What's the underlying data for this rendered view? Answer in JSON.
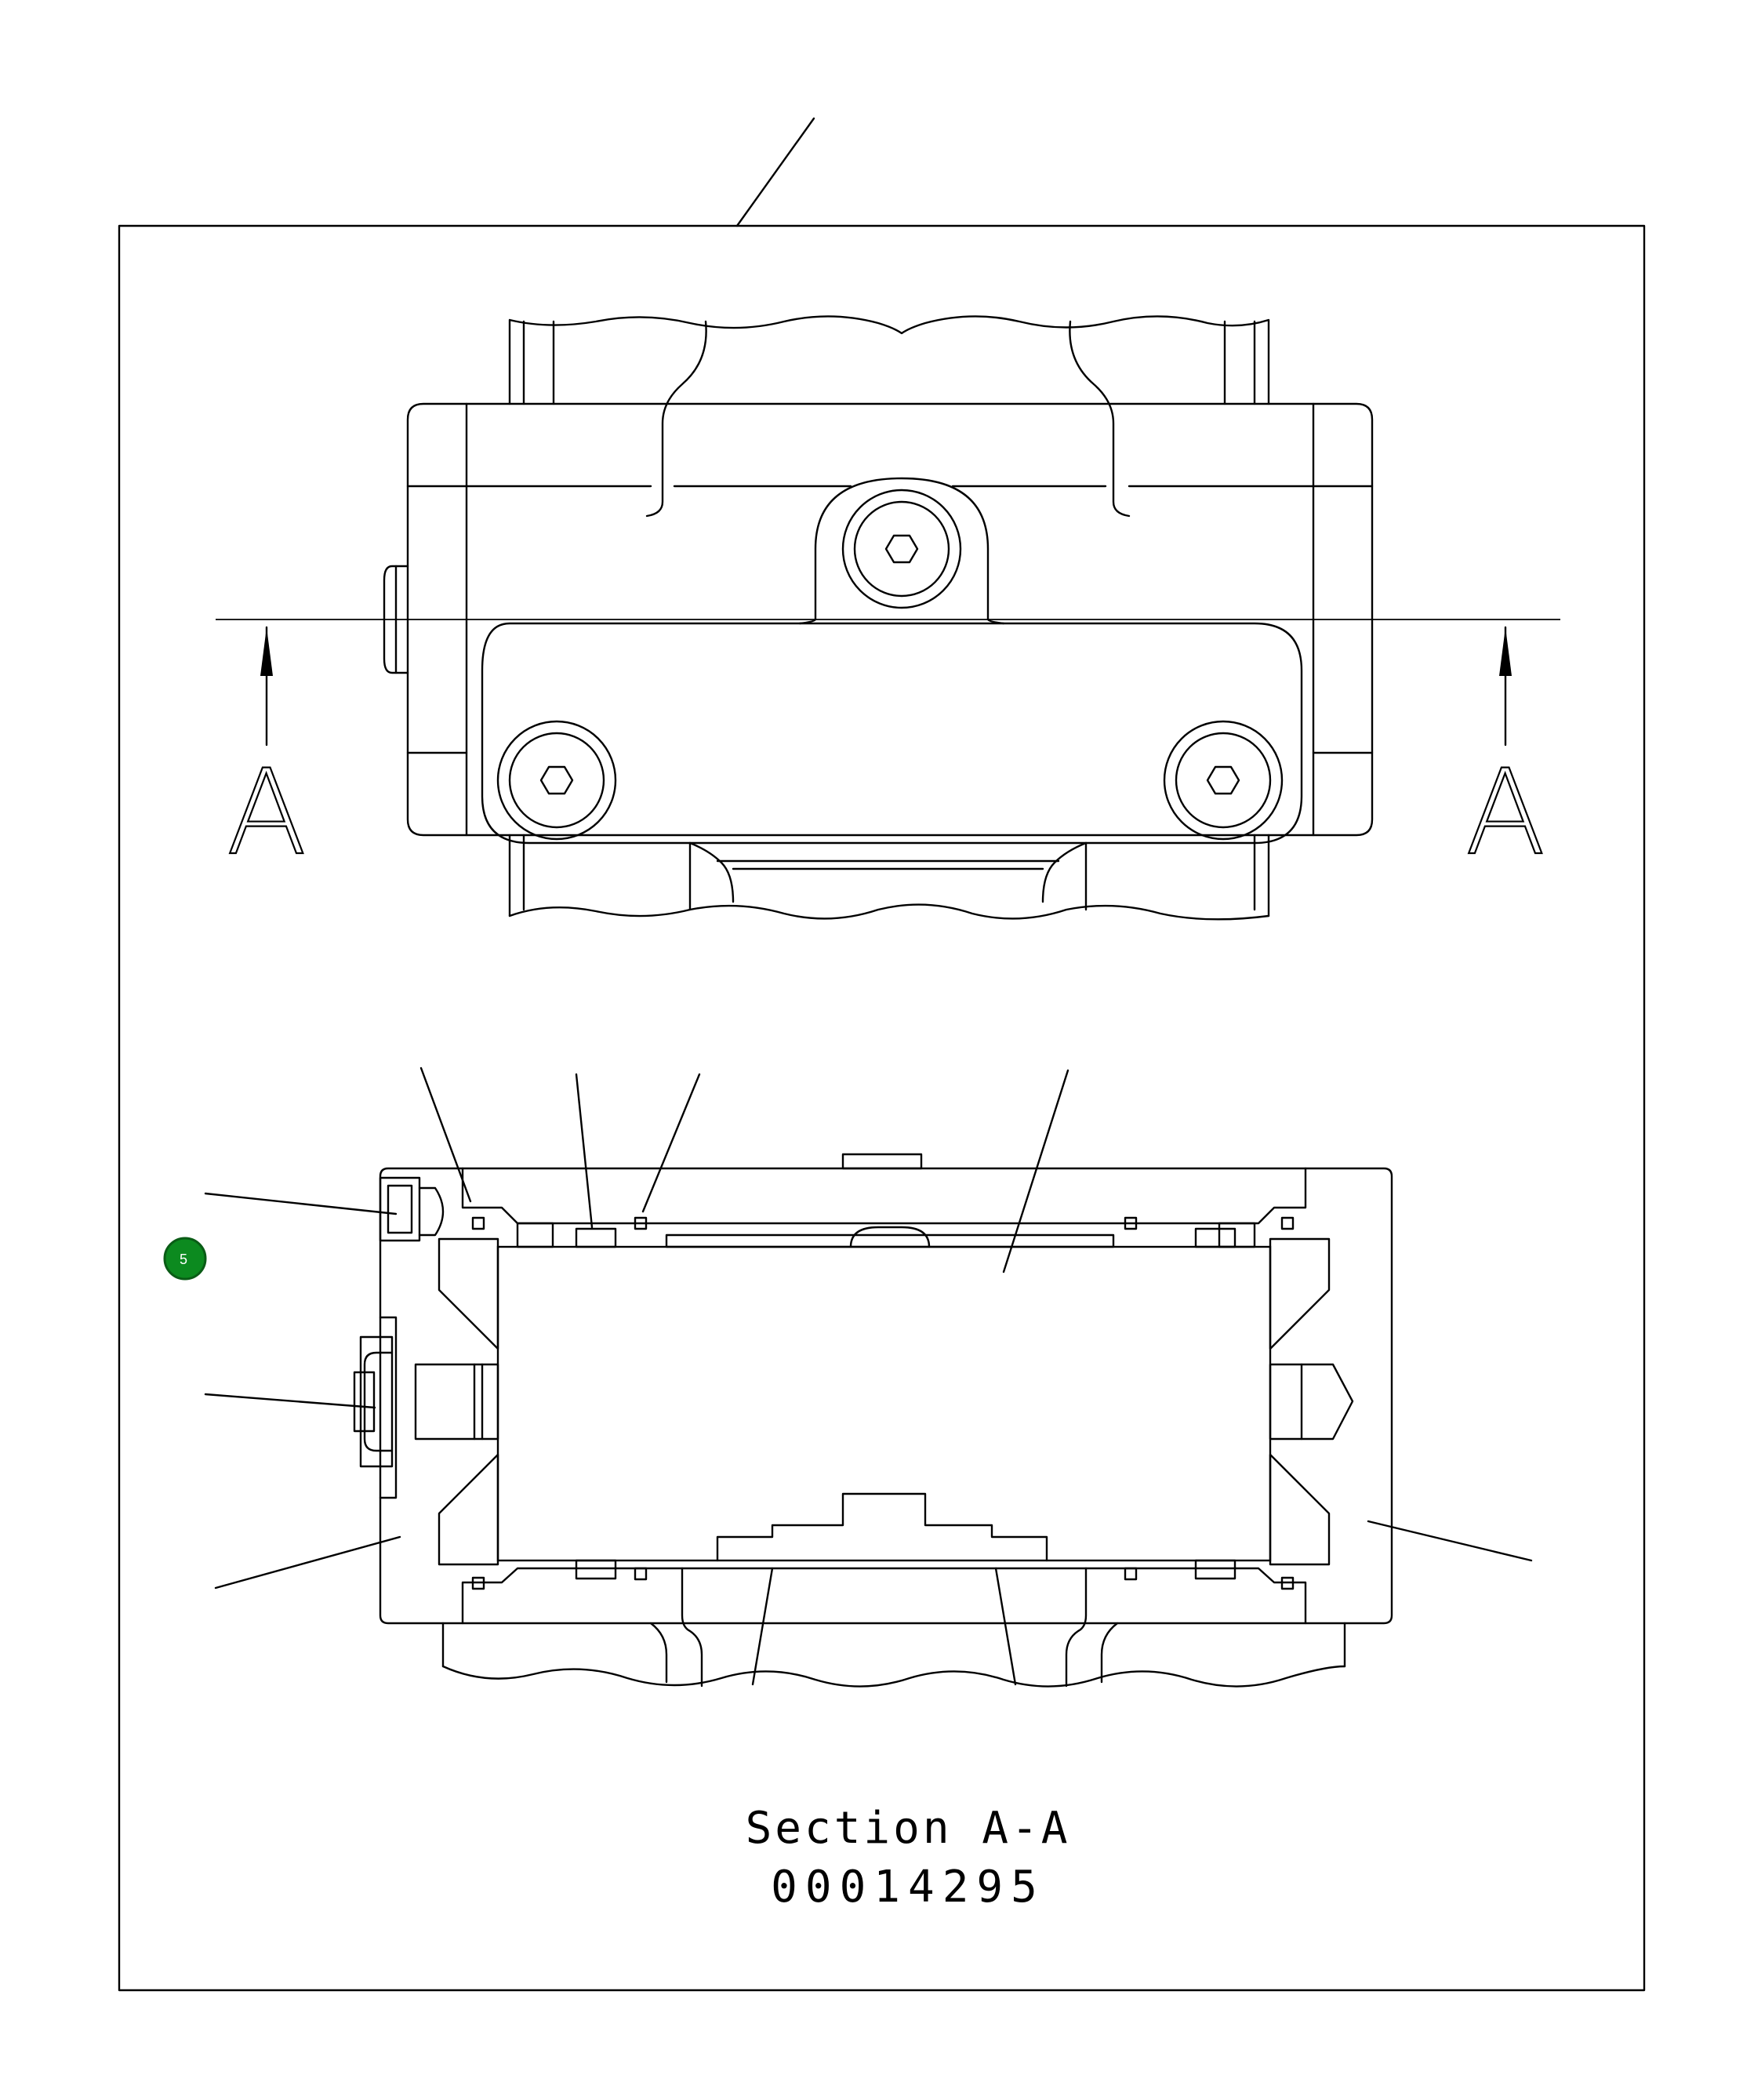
{
  "section_markers": {
    "left": "A",
    "right": "A"
  },
  "caption": {
    "title": "Section A-A",
    "drawing_number": "00014295"
  },
  "hotspots": [
    {
      "label": "5",
      "color": "#0c8a1f"
    }
  ],
  "colors": {
    "line": "#000000",
    "background": "#ffffff",
    "hotspot_fill": "#0c8a1f"
  }
}
